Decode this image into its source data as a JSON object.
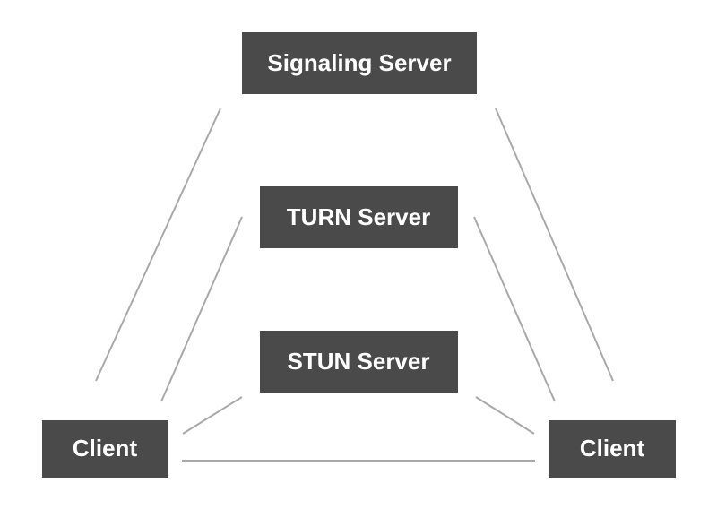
{
  "nodes": {
    "signaling_server": "Signaling Server",
    "turn_server": "TURN Server",
    "stun_server": "STUN Server",
    "client_left": "Client",
    "client_right": "Client"
  },
  "colors": {
    "box_fill": "#4a4a4a",
    "box_text": "#ffffff",
    "connector": "#a9a9a9",
    "background": "#ffffff"
  }
}
